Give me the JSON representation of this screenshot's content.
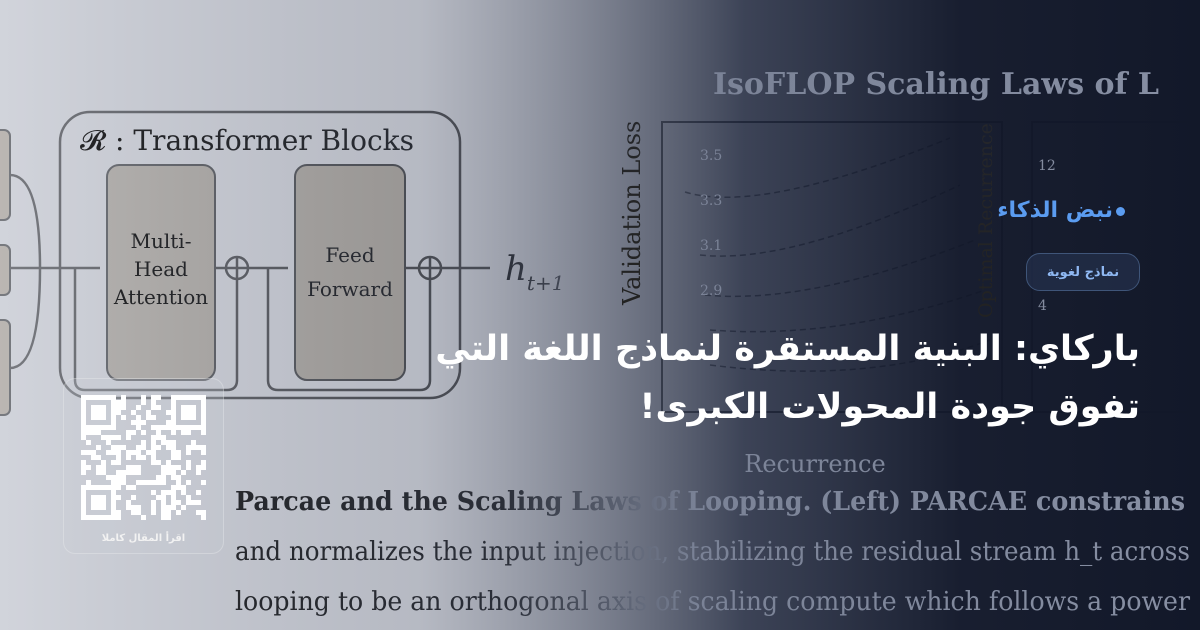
{
  "background_figure": {
    "block_title": "𝓡 :  Transformer Blocks",
    "attention_label": [
      "Multi-",
      "Head",
      "Attention"
    ],
    "ffn_label": [
      "Feed",
      "Forward"
    ],
    "output_label": "h",
    "output_subscript": "t+1",
    "chart_title": "IsoFLOP Scaling Laws of L",
    "y_axis_label": "Validation Loss",
    "y_ticks": [
      "3.5",
      "3.3",
      "3.1",
      "2.9"
    ],
    "x_axis_label": "Recurrence",
    "right_y_axis_label": "Optimal Recurrence",
    "right_ticks": [
      "12",
      "4"
    ],
    "caption_lines": [
      "Parcae and the Scaling Laws of Looping. (Left) PARCAE constrains",
      "and normalizes the input injection, stabilizing the residual stream h_t across",
      " looping to be an orthogonal axis of scaling compute which follows a power"
    ]
  },
  "brand": {
    "name": "نبض الذكاء",
    "color": "#5b9cf0"
  },
  "category_badge": "نماذج لغوية",
  "headline": {
    "line1": "باركاي: البنية المستقرة لنماذج اللغة التي",
    "line2": "تفوق جودة المحولات الكبرى!"
  },
  "qr": {
    "label": "اقرأ المقال كاملا"
  }
}
